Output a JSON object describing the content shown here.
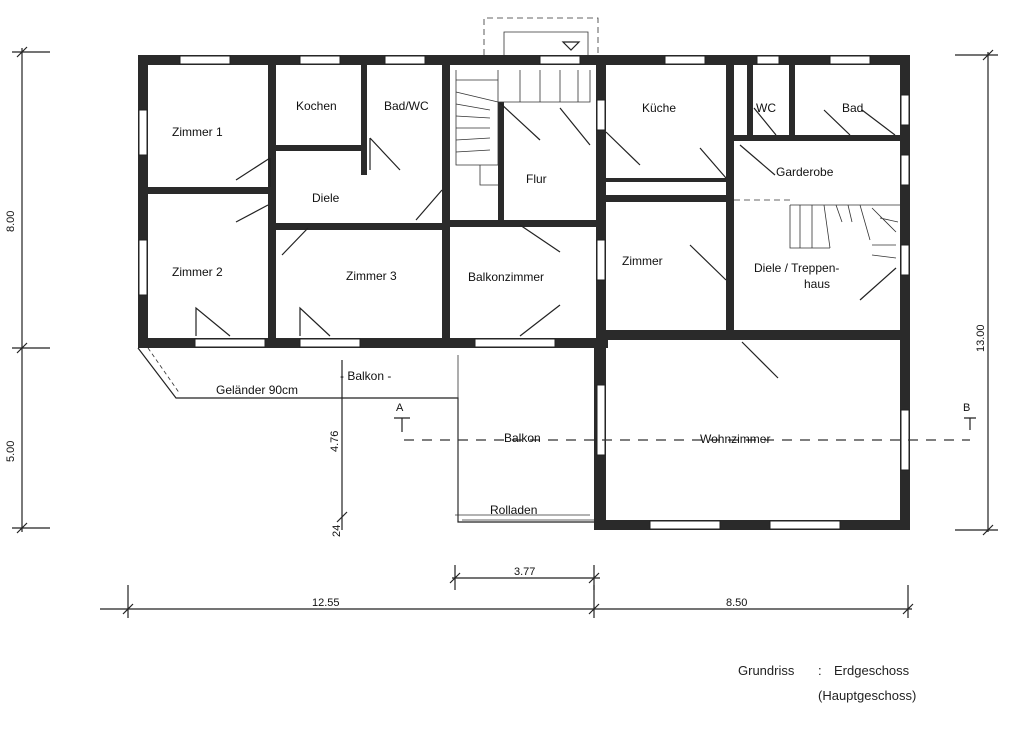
{
  "rooms": {
    "zimmer1": "Zimmer 1",
    "kochen": "Kochen",
    "bad_wc": "Bad/WC",
    "kueche": "Küche",
    "wc": "WC",
    "bad": "Bad",
    "diele": "Diele",
    "flur": "Flur",
    "garderobe": "Garderobe",
    "zimmer2": "Zimmer 2",
    "zimmer3": "Zimmer 3",
    "balkonzimmer": "Balkonzimmer",
    "zimmer": "Zimmer",
    "diele_treppen_1": "Diele / Treppen-",
    "diele_treppen_2": "haus",
    "wohnzimmer": "Wohnzimmer",
    "balkon_upper": "- Balkon -",
    "balkon": "Balkon",
    "rolladen": "Rolladen",
    "gelaender": "Geländer 90cm"
  },
  "dimensions": {
    "left_upper": "8.00",
    "left_lower": "5.00",
    "right_total": "13.00",
    "balcony_depth": "4.76",
    "small": "24",
    "balcony_width": "3.77",
    "width_left": "12.55",
    "width_right": "8.50"
  },
  "section_markers": {
    "a": "A",
    "b": "B"
  },
  "caption": {
    "label": "Grundriss",
    "separator": ":",
    "floor": "Erdgeschoss",
    "subtitle": "(Hauptgeschoss)"
  }
}
